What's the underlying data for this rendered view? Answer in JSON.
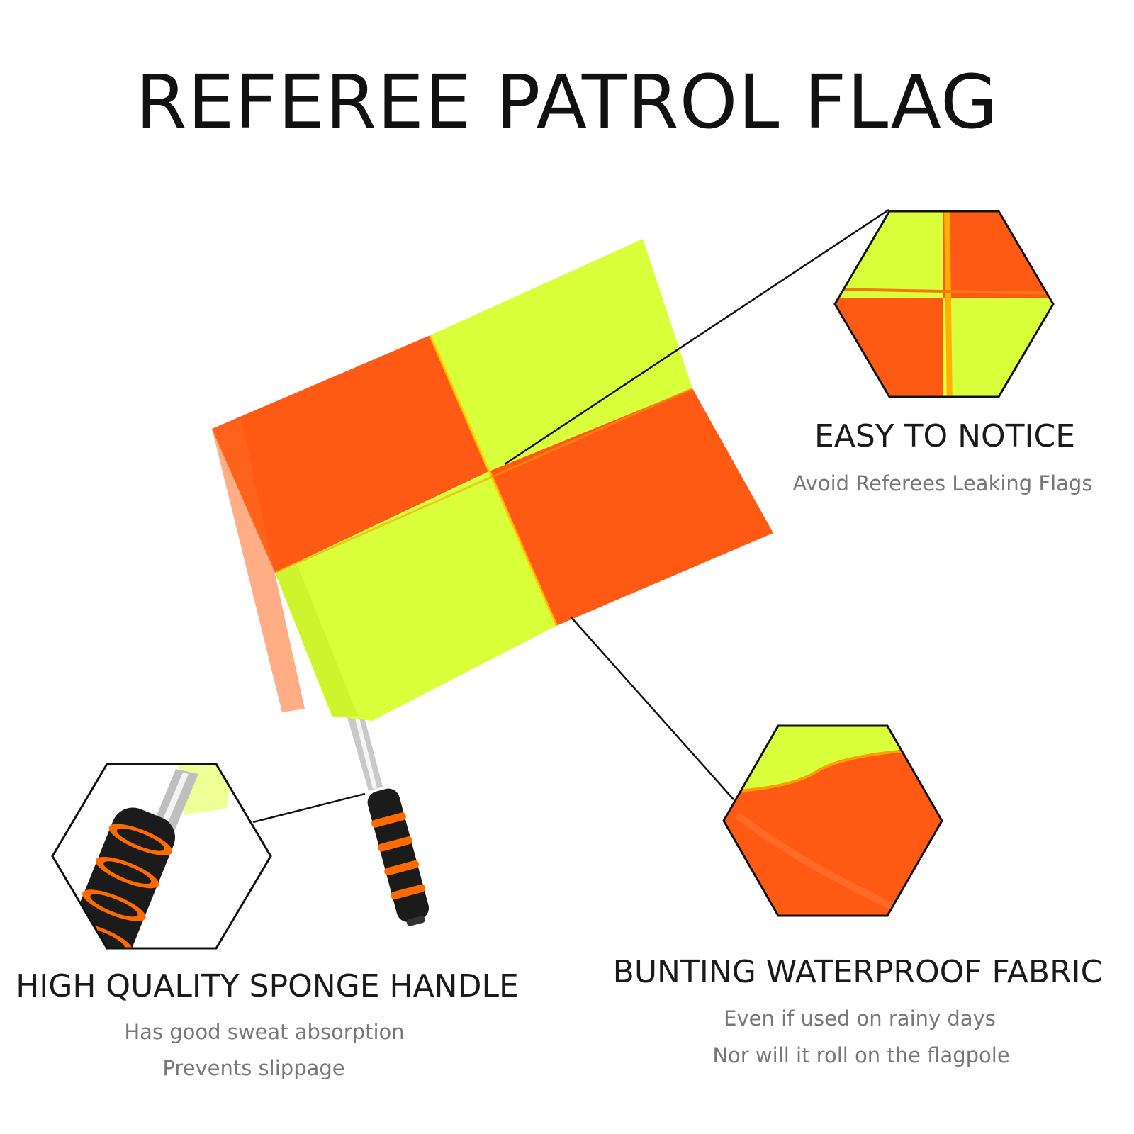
{
  "title": "REFEREE PATROL FLAG",
  "colors": {
    "orange": "#ff5a14",
    "yellow_green": "#d9ff3a",
    "handle_black": "#1b1b1b",
    "handle_orange": "#ff6a00",
    "heading_text": "#1a1a1a",
    "sub_text": "#777777"
  },
  "features": {
    "notice": {
      "heading": "EASY TO NOTICE",
      "line1": "Avoid Referees Leaking Flags"
    },
    "fabric": {
      "heading": "BUNTING WATERPROOF FABRIC",
      "line1": "Even if used on rainy days",
      "line2": "Nor will it roll on the flagpole"
    },
    "handle": {
      "heading": "HIGH QUALITY SPONGE HANDLE",
      "line1": "Has good sweat absorption",
      "line2": "Prevents slippage"
    }
  }
}
